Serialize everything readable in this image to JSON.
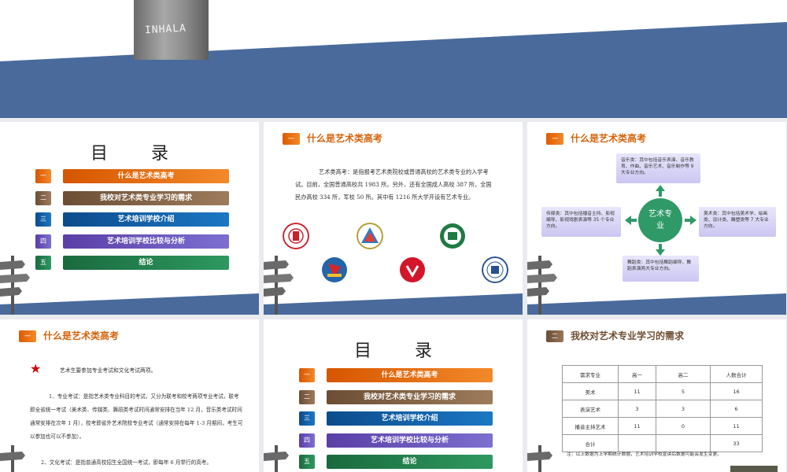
{
  "top": {
    "tower_text": "INHALA"
  },
  "toc": {
    "title": "目 录",
    "items": [
      {
        "num": "一",
        "label": "什么是艺术类高考"
      },
      {
        "num": "二",
        "label": "我校对艺术类专业学习的需求"
      },
      {
        "num": "三",
        "label": "艺术培训学校介绍"
      },
      {
        "num": "四",
        "label": "艺术培训学校比较与分析"
      },
      {
        "num": "五",
        "label": "结论"
      }
    ]
  },
  "slide2": {
    "tag": "一",
    "title": "什么是艺术类高考",
    "paragraph": "艺术类高考：是指报考艺术类院校或普通高校的艺术类专业的入学考试。目前，全国普通高校共 1983 所。另外，还有全国成人高校 387 所，全国民办高校 334 所，军校 50 所。其中有 1216 所大学开设有艺术专业。"
  },
  "slide3": {
    "tag": "一",
    "title": "什么是艺术类高考",
    "center": "艺术专业",
    "categories": {
      "music": "音乐类：其中包括音乐表演、音乐教育、作曲、音乐艺术、音乐制作等 9 大专业方向。",
      "media": "传媒类：其中包括播音主持、影视编导、影视戏剧表演等 35 个专业方向。",
      "fine_art": "美术类：其中包括美术学、绘画类、设计类、雕塑类等 7 大专业方向。",
      "dance": "舞蹈类：其中包括舞蹈编导、舞蹈表演两大专业方向。"
    }
  },
  "slide4": {
    "tag": "一",
    "title": "什么是艺术类高考",
    "intro": "艺术生要参加专业考试和文化考试两项。",
    "p1": "1、专业考试：是指艺术类专业科目的考试，又分为联考和校考两项专业考试，联考即全省统一考试（美术类、传媒类、舞蹈类考试时间通常安排在当年 12 月，音乐类考试时间通常安排在次年 1 月），校考即省外艺术院校专业考试（通常安排在每年 1-3 月期间，考生可以参加也可以不参加）。",
    "p2": "2、文化考试：是指普通高校招生全国统一考试，即每年 6 月举行的高考。"
  },
  "slide6": {
    "tag": "二",
    "title": "我校对艺术专业学习的需求",
    "table": {
      "headers": [
        "需求专业",
        "高一",
        "高二",
        "人数合计"
      ],
      "rows": [
        [
          "美术",
          "11",
          "5",
          "16"
        ],
        [
          "表演艺术",
          "3",
          "3",
          "6"
        ],
        [
          "播音主持艺术",
          "11",
          "0",
          "11"
        ],
        [
          "合计",
          "",
          "",
          "33"
        ]
      ]
    },
    "note": "注：以上数据为上学期统计数据，艺术培训学校宣讲后数据可能会发生变更。"
  },
  "colors": {
    "band_blue": "#4a6a9c",
    "accent_orange": "#e86f14",
    "accent_green": "#2f9a68"
  },
  "icons": [
    "signpost-icon",
    "arrow-icon",
    "star-icon",
    "university-logo"
  ]
}
